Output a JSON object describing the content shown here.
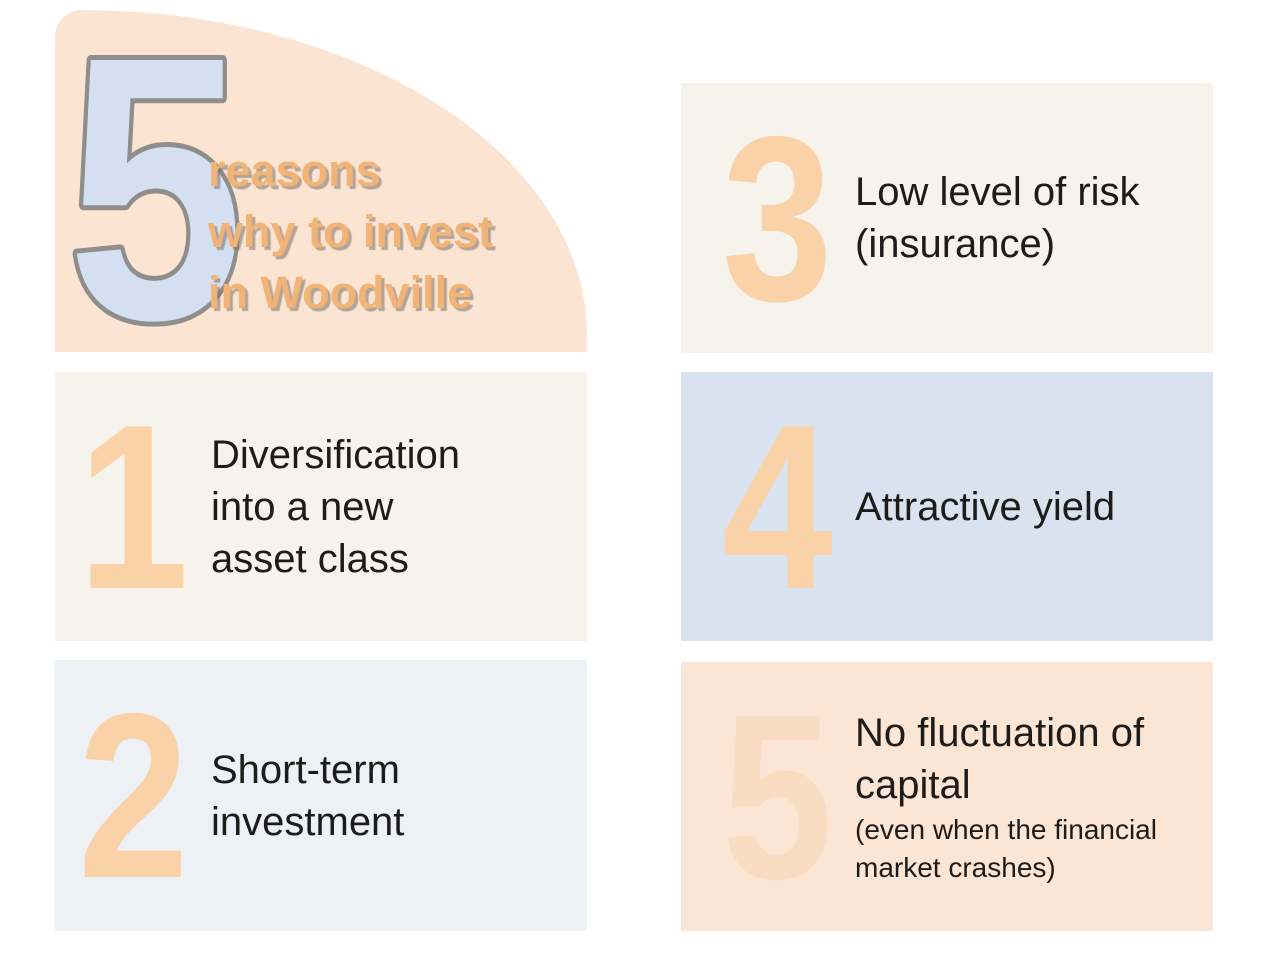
{
  "header": {
    "big_number": "5",
    "title_lines": [
      "reasons",
      "why to invest",
      "in Woodville"
    ],
    "shape_color": "#FBE4D2",
    "big_number_fill": "#D4E0F1",
    "big_number_stroke": "#8F8E8B",
    "title_color": "#F2B377"
  },
  "boxes": [
    {
      "number": "1",
      "lines": [
        "Diversification",
        "into a new",
        "asset class"
      ],
      "bg_color": "#F6F2EC",
      "number_color": "#FAD2A8"
    },
    {
      "number": "2",
      "lines": [
        "Short-term",
        "investment"
      ],
      "bg_color": "#EDF1F6",
      "number_color": "#FAD2A8"
    },
    {
      "number": "3",
      "lines": [
        "Low level of risk",
        "(insurance)"
      ],
      "bg_color": "#F6F2EC",
      "number_color": "#FAD2A8"
    },
    {
      "number": "4",
      "lines": [
        "Attractive yield"
      ],
      "bg_color": "#D9E2EF",
      "number_color": "#FAD2A8"
    },
    {
      "number": "5",
      "lines": [
        "No fluctuation of",
        "capital"
      ],
      "sub_lines": [
        "(even when the financial",
        "market crashes)"
      ],
      "bg_color": "#FBE5D4",
      "number_color": "#F9DCC2"
    }
  ],
  "text_color": "#1E1C1A"
}
